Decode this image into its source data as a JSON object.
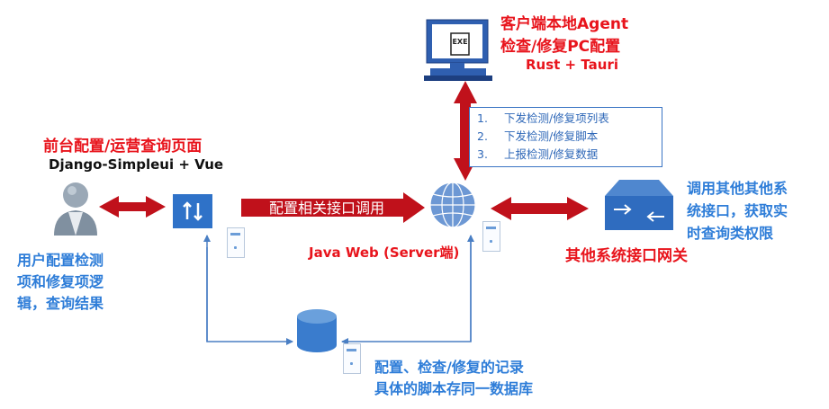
{
  "client_agent": {
    "title": "客户端本地Agent",
    "subtitle": "检查/修复PC配置",
    "tech": "Rust + Tauri",
    "icon": "exe-monitor-icon",
    "icon_label": "EXE"
  },
  "frontend": {
    "title": "前台配置/运营查询页面",
    "tech": "Django-Simpleui + Vue"
  },
  "user": {
    "description_lines": [
      "用户配置检测",
      "项和修复项逻",
      "辑，查询结果"
    ],
    "icon": "user-icon"
  },
  "config_arrow_label": "配置相关接口调用",
  "server": {
    "label": "Java Web (Server端)",
    "icon": "globe-icon"
  },
  "task_list": [
    {
      "num": "1.",
      "text": "下发检测/修复项列表"
    },
    {
      "num": "2.",
      "text": "下发检测/修复脚本"
    },
    {
      "num": "3.",
      "text": "上报检测/修复数据"
    }
  ],
  "gateway": {
    "label": "其他系统接口网关",
    "description_lines": [
      "调用其他其他系",
      "统接口，获取实",
      "时查询类权限"
    ],
    "icon": "gateway-icon"
  },
  "database": {
    "description_lines": [
      "配置、检查/修复的记录",
      "具体的脚本存同一数据库"
    ],
    "icon": "database-icon"
  },
  "colors": {
    "arrow_red": "#c0111b",
    "accent_red": "#e8141c",
    "accent_blue": "#2e7dd8",
    "icon_blue": "#3c78c8",
    "connector_blue": "#4a7fc4"
  }
}
